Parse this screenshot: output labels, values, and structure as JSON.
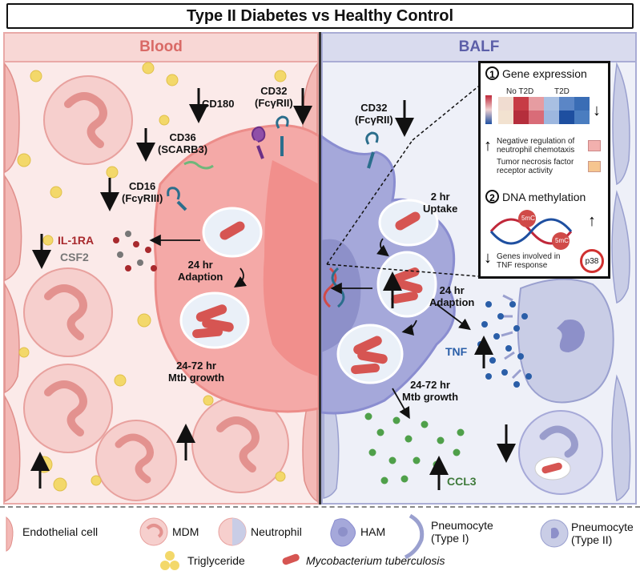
{
  "title": "Type II Diabetes vs Healthy Control",
  "panels": {
    "blood": {
      "heading": "Blood",
      "receptors": {
        "cd180": "CD180",
        "cd32": [
          "CD32",
          "(FcγRII)"
        ],
        "cd36": [
          "CD36",
          "(SCARB3)"
        ],
        "cd16": [
          "CD16",
          "(FcγRIII)"
        ]
      },
      "cytokines": {
        "il1ra": "IL-1RA",
        "csf2": "CSF2"
      },
      "stage_adaption": [
        "24 hr",
        "Adaption"
      ],
      "stage_growth": [
        "24-72 hr",
        "Mtb growth"
      ],
      "colors": {
        "il1ra": "#a8292d",
        "csf2": "#777777"
      }
    },
    "balf": {
      "heading": "BALF",
      "receptors": {
        "cd32": [
          "CD32",
          "(FcγRII)"
        ]
      },
      "stage_uptake": [
        "2 hr",
        "Uptake"
      ],
      "stage_adaption": [
        "24 hr",
        "Adaption"
      ],
      "stage_growth": [
        "24-72 hr",
        "Mtb growth"
      ],
      "cytokines": {
        "tnf": "TNF",
        "ccl3": "CCL3"
      },
      "colors": {
        "tnf": "#2a5ea8",
        "ccl3": "#3f7a3b"
      }
    }
  },
  "inset": {
    "gene_expression": {
      "number": "1",
      "title": "Gene expression",
      "groups": [
        "No T2D",
        "T2D"
      ],
      "pathways": [
        "Negative regulation of neutrophil chemotaxis",
        "Tumor necrosis factor receptor activity"
      ]
    },
    "dna_methylation": {
      "number": "2",
      "title": "DNA methylation",
      "mark": "5mC",
      "genes_note": "Genes involved in TNF response",
      "blocked": "p38"
    }
  },
  "legend": [
    {
      "icon": "endothelial-cell-icon",
      "label": "Endothelial cell"
    },
    {
      "icon": "mdm-icon",
      "label": "MDM"
    },
    {
      "icon": "neutrophil-icon",
      "label": "Neutrophil"
    },
    {
      "icon": "ham-icon",
      "label": "HAM"
    },
    {
      "icon": "pneumocyte-type1-icon",
      "label": "Pneumocyte\n(Type I)"
    },
    {
      "icon": "pneumocyte-type2-icon",
      "label": "Pneumocyte\n(Type II)"
    },
    {
      "icon": "triglyceride-icon",
      "label": "Triglyceride"
    },
    {
      "icon": "mtb-icon",
      "label": "Mycobacterium tuberculosis"
    }
  ]
}
